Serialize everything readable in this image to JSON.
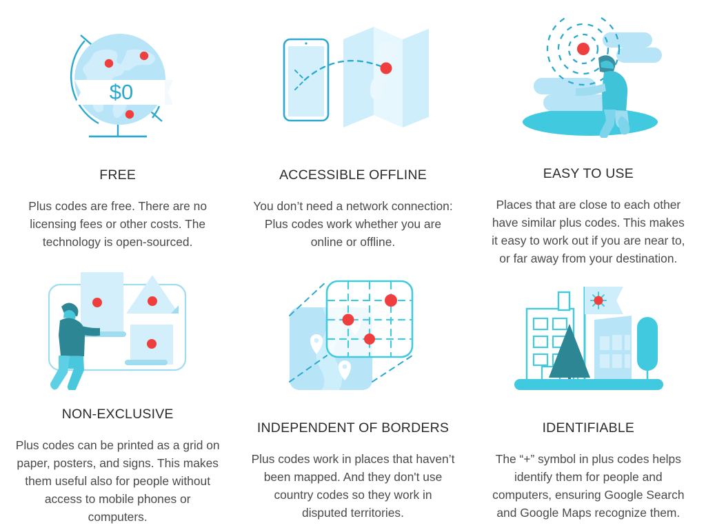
{
  "page": {
    "background": "#ffffff",
    "accent_red": "#ef3e3e",
    "accent_teal": "#2aa8cd",
    "accent_light_blue": "#b7e5f7",
    "accent_pale_blue": "#d9f1fb",
    "accent_cyan": "#41c9e0",
    "accent_dark_teal": "#2d8693",
    "title_color": "#2b2b2b",
    "body_color": "#4a4a4a"
  },
  "cards": [
    {
      "id": "free",
      "icon": "globe-dollar-icon",
      "badge_label": "$0",
      "title": "FREE",
      "body": "Plus codes are free. There are no licensing fees or other costs. The technology is open-sourced."
    },
    {
      "id": "accessible-offline",
      "icon": "phone-to-map-icon",
      "title": "ACCESSIBLE OFFLINE",
      "body": "You don’t need a network connection: Plus codes work whether you are online or offline."
    },
    {
      "id": "easy-to-use",
      "icon": "person-target-icon",
      "title": "EASY TO USE",
      "body": "Places that are close to each other have similar plus codes. This makes it easy to work out if you are near to, or far away from your destination."
    },
    {
      "id": "non-exclusive",
      "icon": "person-signs-icon",
      "title": "NON-EXCLUSIVE",
      "body": "Plus codes can be printed as a grid on paper, posters, and signs. This makes them useful also for people without access to mobile phones or computers."
    },
    {
      "id": "independent-of-borders",
      "icon": "map-grid-overlay-icon",
      "title": "INDEPENDENT OF BORDERS",
      "body": "Plus codes work in places that haven’t been mapped. And they don't use country codes so they work in disputed territories."
    },
    {
      "id": "identifiable",
      "icon": "cityscape-flag-icon",
      "title": "IDENTIFIABLE",
      "body": "The “+” symbol in plus codes helps identify them for people and computers, ensuring Google Search and Google Maps recognize them."
    }
  ]
}
